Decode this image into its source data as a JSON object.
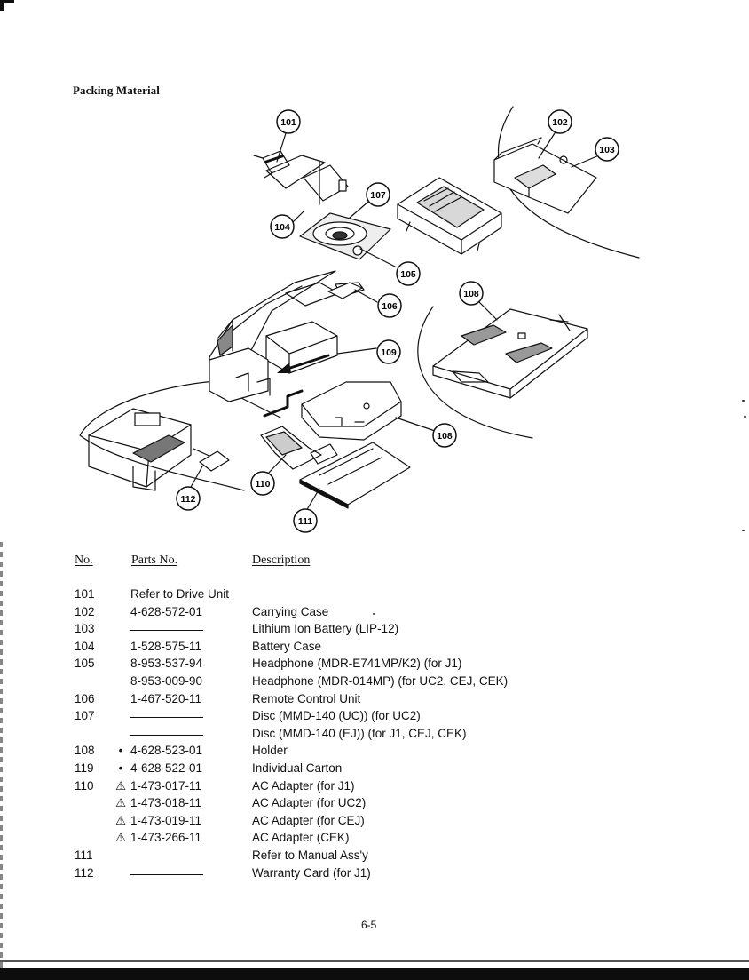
{
  "section_title": "Packing Material",
  "callouts": [
    "101",
    "102",
    "103",
    "104",
    "105",
    "106",
    "107",
    "108",
    "108",
    "109",
    "110",
    "111",
    "112"
  ],
  "table": {
    "headers": {
      "no": "No.",
      "parts": "Parts No.",
      "desc": "Description"
    },
    "rows": [
      {
        "no": "101",
        "mark": "",
        "part": "Refer to Drive Unit",
        "desc": ""
      },
      {
        "no": "102",
        "mark": "",
        "part": "4-628-572-01",
        "desc": "Carrying Case"
      },
      {
        "no": "103",
        "mark": "",
        "part": "",
        "desc": "Lithium Ion Battery (LIP-12)"
      },
      {
        "no": "104",
        "mark": "",
        "part": "1-528-575-11",
        "desc": "Battery Case"
      },
      {
        "no": "105",
        "mark": "",
        "part": "8-953-537-94",
        "desc": "Headphone (MDR-E741MP/K2) (for J1)"
      },
      {
        "no": "",
        "mark": "",
        "part": "8-953-009-90",
        "desc": "Headphone (MDR-014MP) (for UC2, CEJ, CEK)"
      },
      {
        "no": "106",
        "mark": "",
        "part": "1-467-520-11",
        "desc": "Remote Control Unit"
      },
      {
        "no": "107",
        "mark": "",
        "part": "",
        "desc": "Disc (MMD-140 (UC)) (for UC2)"
      },
      {
        "no": "",
        "mark": "",
        "part": "",
        "desc": "Disc (MMD-140 (EJ)) (for J1, CEJ, CEK)"
      },
      {
        "no": "108",
        "mark": "•",
        "part": "4-628-523-01",
        "desc": "Holder"
      },
      {
        "no": "119",
        "mark": "•",
        "part": "4-628-522-01",
        "desc": "Individual Carton"
      },
      {
        "no": "110",
        "mark": "⚠",
        "part": "1-473-017-11",
        "desc": "AC Adapter (for J1)"
      },
      {
        "no": "",
        "mark": "⚠",
        "part": "1-473-018-11",
        "desc": "AC Adapter (for UC2)"
      },
      {
        "no": "",
        "mark": "⚠",
        "part": "1-473-019-11",
        "desc": "AC Adapter (for CEJ)"
      },
      {
        "no": "",
        "mark": "⚠",
        "part": "1-473-266-11",
        "desc": "AC Adapter (CEK)"
      },
      {
        "no": "111",
        "mark": "",
        "part": "",
        "desc": "Refer to Manual Ass'y"
      },
      {
        "no": "112",
        "mark": "",
        "part": "",
        "desc": "Warranty Card (for J1)"
      }
    ]
  },
  "page_number": "6-5"
}
